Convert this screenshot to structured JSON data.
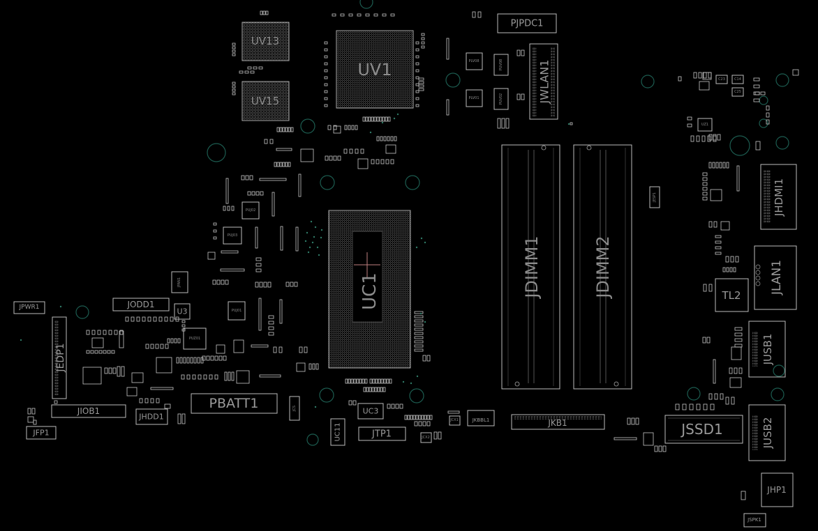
{
  "labels": {
    "uv13": "UV13",
    "uv15": "UV15",
    "uv1": "UV1",
    "pjpdc1": "PJPDC1",
    "jwlan1": "JWLAN1",
    "uc1": "UC1",
    "jdimm1": "JDIMM1",
    "jdimm2": "JDIMM2",
    "jhdmi1": "JHDMI1",
    "jlan1": "JLAN1",
    "tl2": "TL2",
    "jusb1": "JUSB1",
    "jusb2": "JUSB2",
    "jssd1": "JSSD1",
    "jkb1": "JKB1",
    "jkbbl1": "JKBBL1",
    "jtp1": "JTP1",
    "uc3": "UC3",
    "uc11": "UC11",
    "pbatt1": "PBATT1",
    "jhdd1": "JHDD1",
    "jiob1": "JIOB1",
    "jfp1": "JFP1",
    "jedp1": "JEDP1",
    "jpwr1": "JPWR1",
    "jodd1": "JODD1",
    "u3": "U3",
    "jfan1": "JFAN1",
    "puz01": "PUZ01",
    "jhp1": "JHP1",
    "jspk1": "JSPK1",
    "plv08": "PLV08",
    "plv01": "PLV01",
    "puv08": "PUV08",
    "puv02": "PUV02",
    "puj02": "PUJ02",
    "puj03": "PUJ03",
    "puj01": "PUJ01",
    "jesp1": "JESP1",
    "uz1": "UZ1",
    "c23": "C23",
    "c14": "C14",
    "c25": "C25",
    "jcs": "JCS",
    "jcx1": "JCX1",
    "jcx2": "JCX2"
  }
}
